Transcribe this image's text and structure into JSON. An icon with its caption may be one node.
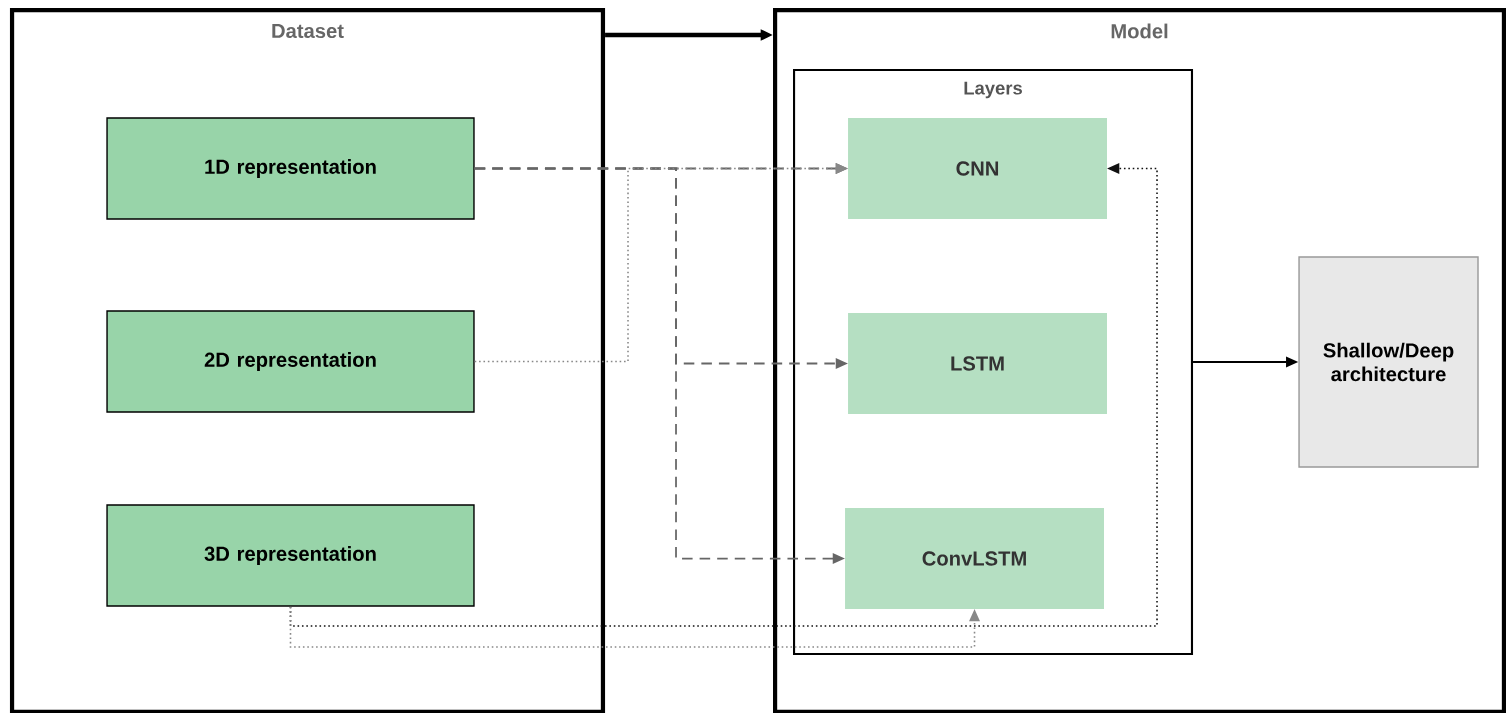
{
  "diagram": {
    "nodes": [
      {
        "text": [
          "Dataset"
        ]
      },
      {
        "text": [
          "1D representation"
        ],
        "in": 0
      },
      {
        "text": [
          "2D representation"
        ],
        "in": 0
      },
      {
        "text": [
          "3D representation"
        ],
        "in": 0
      },
      {
        "text": [
          "Model"
        ]
      },
      {
        "text": [
          "Layers"
        ],
        "in": 4
      },
      {
        "text": [
          "CNN"
        ],
        "in": 5
      },
      {
        "text": [
          "LSTM"
        ],
        "in": 5
      },
      {
        "text": [
          "ConvLSTM"
        ],
        "in": 5
      },
      {
        "text": [
          "Shallow/Deep architecture"
        ],
        "in": 4
      }
    ],
    "edges": [
      {
        "from": 1,
        "to": 6,
        "arrow": "to",
        "style": "dashed"
      },
      {
        "from": 1,
        "to": 7,
        "arrow": "to",
        "style": "dashed"
      },
      {
        "from": 1,
        "to": 8,
        "arrow": "to",
        "style": "dashed"
      },
      {
        "from": 2,
        "to": 6,
        "arrow": "to",
        "style": "dashed",
        "color": "#888888"
      },
      {
        "from": 3,
        "to": 6,
        "arrow": "to",
        "style": "dashed",
        "color": "#111111"
      },
      {
        "from": 3,
        "to": 8,
        "arrow": "to",
        "style": "dashed",
        "color": "#888888"
      },
      {
        "from": 0,
        "to": 4,
        "arrow": "to",
        "style": "thick",
        "color": "#000000"
      },
      {
        "from": 5,
        "to": 9,
        "arrow": "to",
        "color": "#000000"
      }
    ]
  }
}
